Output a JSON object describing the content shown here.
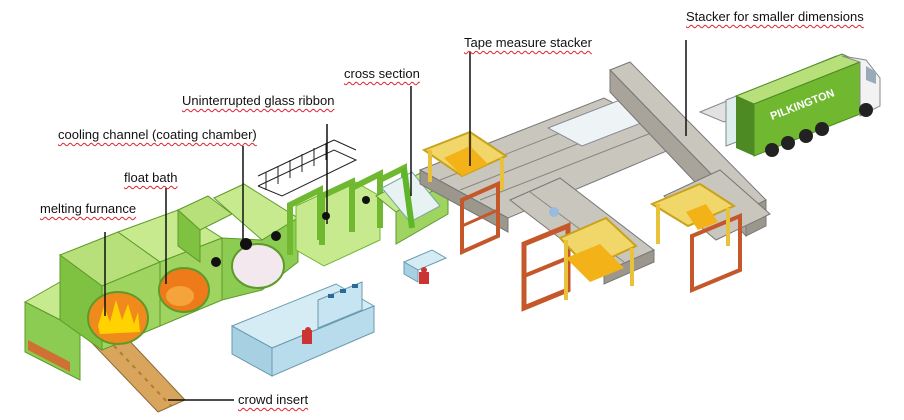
{
  "labels": {
    "stacker_small": "Stacker for smaller dimensions",
    "tape_measure": "Tape measure stacker",
    "cross_section": "cross section",
    "glass_ribbon": "Uninterrupted glass ribbon",
    "cooling_channel": "cooling channel (coating chamber)",
    "float_bath": "float bath",
    "melting_furnace": "melting furnance",
    "crowd_insert": "crowd insert"
  },
  "truck_text": "PILKINGTON",
  "colors": {
    "green_light": "#b8e07a",
    "green": "#7fc242",
    "green_dark": "#4e8a24",
    "fire_orange": "#f08a1c",
    "fire_yellow": "#ffd200",
    "conveyor_grey": "#b4b0a6",
    "frame_brown": "#c5582a",
    "frame_yellow": "#e8c23a",
    "console_blue": "#b9dcec"
  }
}
